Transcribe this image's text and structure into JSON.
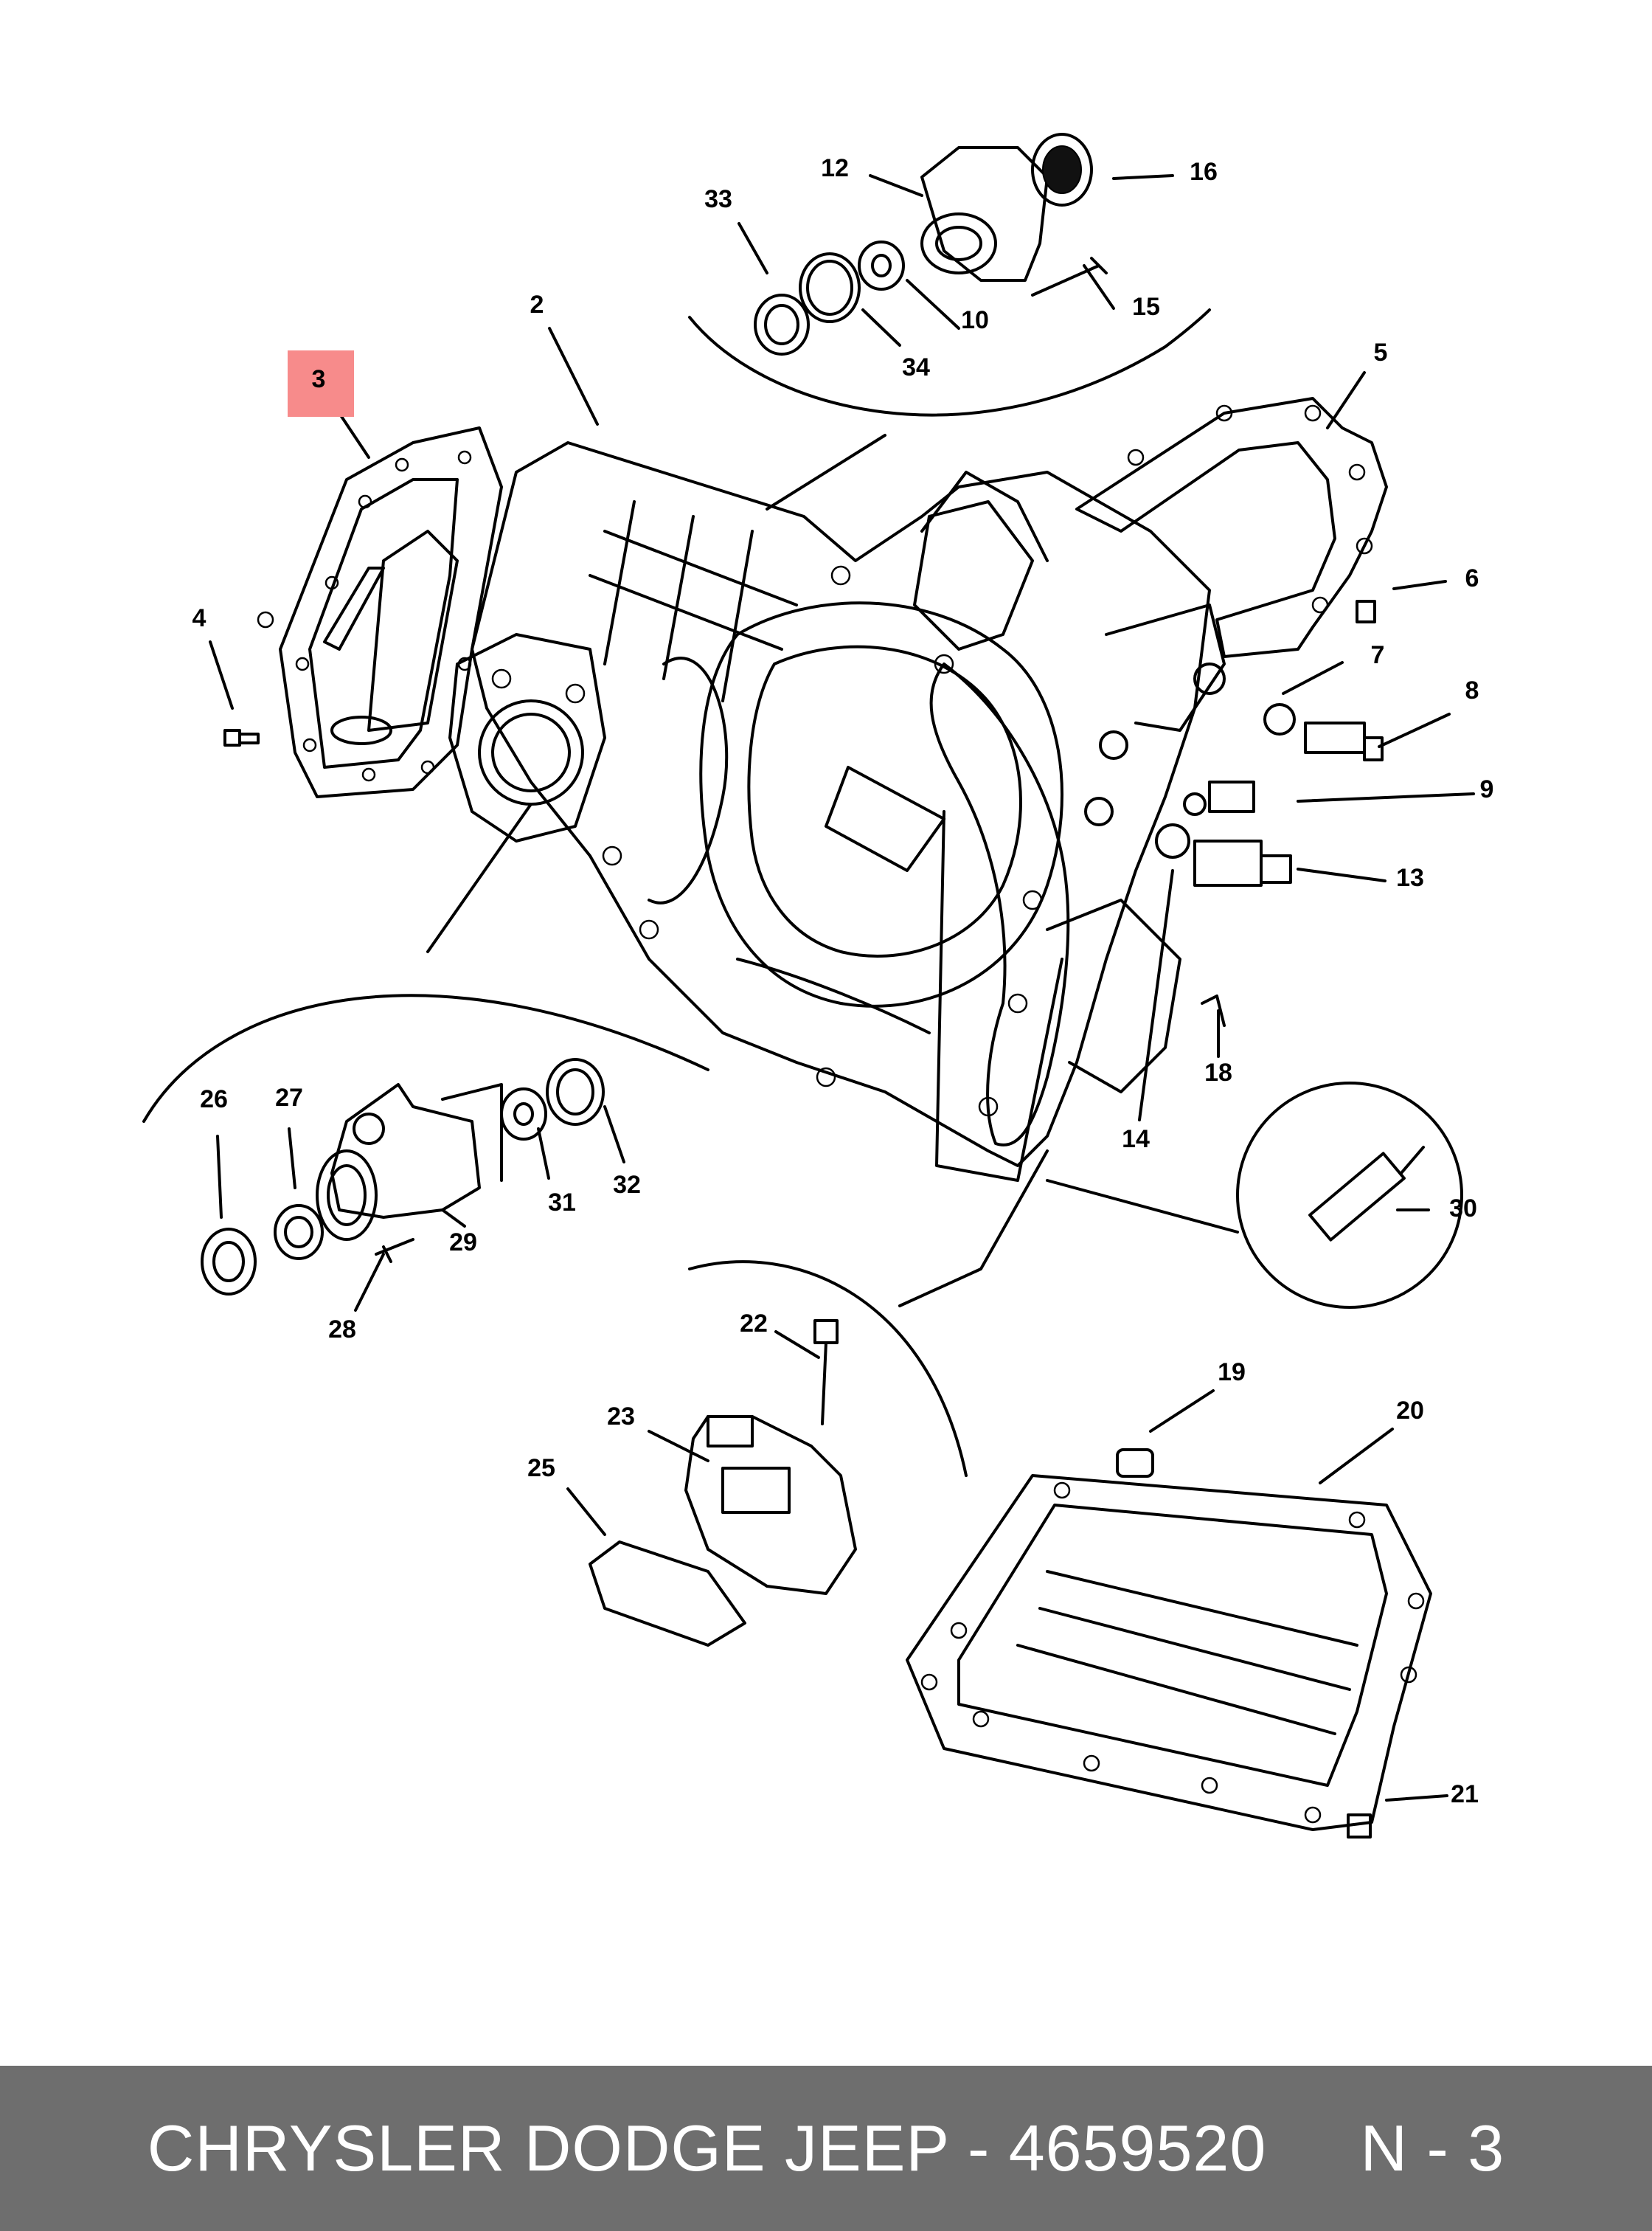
{
  "diagram": {
    "highlighted_part": "3",
    "highlight_color": "#f78b8b",
    "callouts": [
      "2",
      "3",
      "4",
      "5",
      "6",
      "7",
      "8",
      "9",
      "10",
      "12",
      "13",
      "14",
      "15",
      "16",
      "18",
      "19",
      "20",
      "21",
      "22",
      "23",
      "25",
      "26",
      "27",
      "28",
      "29",
      "30",
      "31",
      "32",
      "33",
      "34"
    ]
  },
  "footer": {
    "text": "CHRYSLER DODGE JEEP - 4659520     N - 3",
    "background": "#6e6e6e",
    "text_color": "#ffffff"
  }
}
